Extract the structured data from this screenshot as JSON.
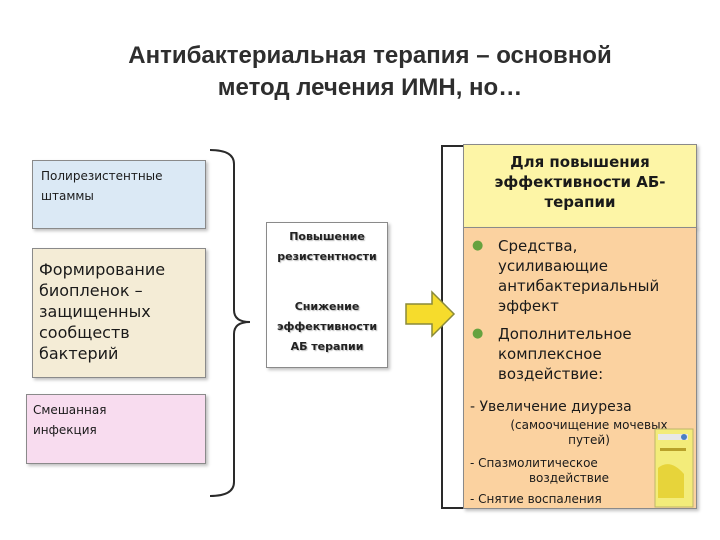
{
  "title": {
    "line1": "Антибактериальная терапия – основной",
    "line2": "метод лечения ИМН, но…"
  },
  "left_boxes": {
    "box1": [
      "Полирезистентные",
      "штаммы"
    ],
    "box2": [
      "Формирование",
      "биопленок –",
      "защищенных",
      "сообществ",
      "бактерий"
    ],
    "box3": [
      "Смешанная",
      "инфекция"
    ]
  },
  "middle_box": {
    "block1": [
      "Повышение",
      "резистентности"
    ],
    "block2": [
      "Снижение",
      "эффективности",
      "АБ терапии"
    ]
  },
  "right_header": [
    "Для повышения",
    "эффективности АБ-",
    "терапии"
  ],
  "right_body": {
    "bullets": [
      [
        "Средства,",
        "усиливающие",
        "антибактериальный",
        "эффект"
      ],
      [
        "Дополнительное",
        "комплексное",
        "воздействие:"
      ]
    ],
    "dash_items": [
      {
        "head": "- Увеличение диуреза",
        "sub": [
          "(самоочищение мочевых",
          "путей)"
        ]
      },
      {
        "head": "- Спазмолитическое",
        "sub": [
          "воздействие"
        ]
      },
      {
        "head": "- Снятие воспаления",
        "sub": []
      }
    ]
  },
  "colors": {
    "box1": "#dbe9f5",
    "box2": "#f4ecd6",
    "box3": "#f8dcef",
    "right_header": "#fdf5a6",
    "right_body": "#fbd2a0",
    "arrow": "#f6dc2c",
    "bullet": "#66a23f"
  }
}
